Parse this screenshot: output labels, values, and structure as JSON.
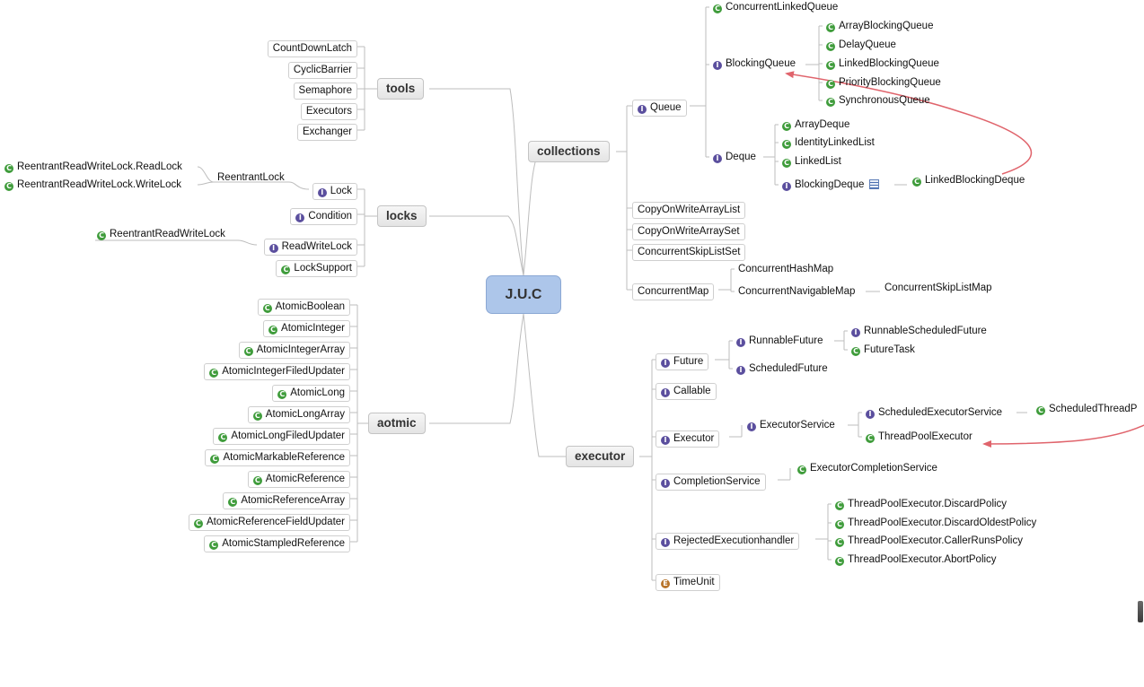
{
  "root": "J.U.C",
  "branches": {
    "tools": "tools",
    "locks": "locks",
    "aotmic": "aotmic",
    "collections": "collections",
    "executor": "executor"
  },
  "icon_types": {
    "C": "class-icon",
    "I": "interface-icon",
    "E": "enum-icon"
  },
  "accent_color": "#adc6ea",
  "arrow_color": "#e0646c",
  "icon_colors": {
    "class": "#3f9c3b",
    "interface": "#5b4f9e",
    "enum": "#b8742b"
  },
  "tools": [
    "CountDownLatch",
    "CyclicBarrier",
    "Semaphore",
    "Executors",
    "Exchanger"
  ],
  "locks": {
    "lock": "Lock",
    "reentrant_lock": "ReentrantLock",
    "read_lock": "ReentrantReadWriteLock.ReadLock",
    "write_lock": "ReentrantReadWriteLock.WriteLock",
    "condition": "Condition",
    "read_write_lock": "ReadWriteLock",
    "reentrant_read_write_lock": "ReentrantReadWriteLock",
    "lock_support": "LockSupport"
  },
  "atomic": [
    "AtomicBoolean",
    "AtomicInteger",
    "AtomicIntegerArray",
    "AtomicIntegerFiledUpdater",
    "AtomicLong",
    "AtomicLongArray",
    "AtomicLongFiledUpdater",
    "AtomicMarkableReference",
    "AtomicReference",
    "AtomicReferenceArray",
    "AtomicReferenceFieldUpdater",
    "AtomicStampledReference"
  ],
  "collections": {
    "queue": "Queue",
    "concurrent_linked_queue": "ConcurrentLinkedQueue",
    "blocking_queue": "BlockingQueue",
    "blocking_queue_impls": [
      "ArrayBlockingQueue",
      "DelayQueue",
      "LinkedBlockingQueue",
      "PriorityBlockingQueue",
      "SynchronousQueue"
    ],
    "deque": "Deque",
    "deque_impls": [
      "ArrayDeque",
      "IdentityLinkedList",
      "LinkedList"
    ],
    "blocking_deque": "BlockingDeque",
    "linked_blocking_deque": "LinkedBlockingDeque",
    "copy_on_write_array_list": "CopyOnWriteArrayList",
    "copy_on_write_array_set": "CopyOnWriteArraySet",
    "concurrent_skip_list_set": "ConcurrentSkipListSet",
    "concurrent_map": "ConcurrentMap",
    "concurrent_hash_map": "ConcurrentHashMap",
    "concurrent_navigable_map": "ConcurrentNavigableMap",
    "concurrent_skip_list_map": "ConcurrentSkipListMap"
  },
  "executor": {
    "future": "Future",
    "runnable_future": "RunnableFuture",
    "runnable_scheduled_future": "RunnableScheduledFuture",
    "future_task": "FutureTask",
    "scheduled_future": "ScheduledFuture",
    "callable": "Callable",
    "executor": "Executor",
    "executor_service": "ExecutorService",
    "scheduled_executor_service": "ScheduledExecutorService",
    "scheduled_thread_pool": "ScheduledThreadP",
    "thread_pool_executor": "ThreadPoolExecutor",
    "completion_service": "CompletionService",
    "executor_completion_service": "ExecutorCompletionService",
    "rejected_execution_handler": "RejectedExecutionhandler",
    "policies": [
      "ThreadPoolExecutor.DiscardPolicy",
      "ThreadPoolExecutor.DiscardOldestPolicy",
      "ThreadPoolExecutor.CallerRunsPolicy",
      "ThreadPoolExecutor.AbortPolicy"
    ],
    "time_unit": "TimeUnit"
  }
}
